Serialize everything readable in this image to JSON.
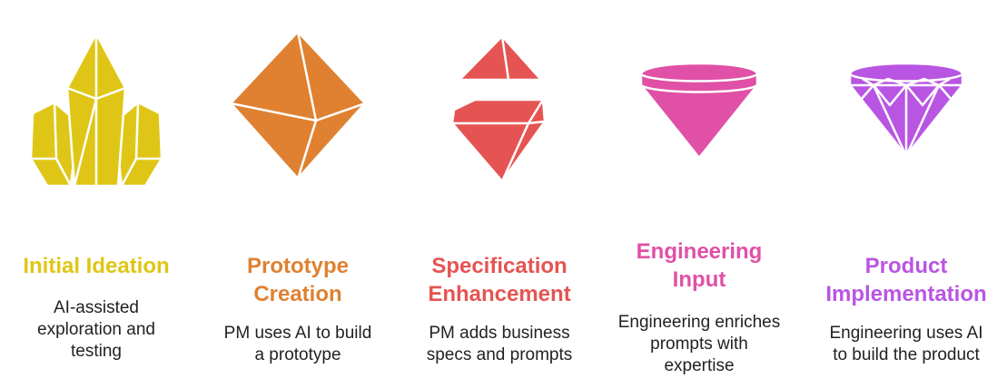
{
  "colors": {
    "stage1": "#dfc616",
    "stage2": "#df8131",
    "stage3": "#e55452",
    "stage4": "#e050a6",
    "stage5": "#b955e3"
  },
  "stages": [
    {
      "icon": "crystal-cluster-icon",
      "title_line1": "Initial Ideation",
      "title_line2": "",
      "desc_line1": "AI-assisted",
      "desc_line2": "exploration and",
      "desc_line3": "testing"
    },
    {
      "icon": "octahedron-gem-icon",
      "title_line1": "Prototype",
      "title_line2": "Creation",
      "desc_line1": "PM uses AI to build",
      "desc_line2": "a prototype",
      "desc_line3": ""
    },
    {
      "icon": "split-gem-icon",
      "title_line1": "Specification",
      "title_line2": "Enhancement",
      "desc_line1": "PM adds business",
      "desc_line2": "specs and prompts",
      "desc_line3": ""
    },
    {
      "icon": "cone-gem-icon",
      "title_line1": "Engineering",
      "title_line2": "Input",
      "desc_line1": "Engineering enriches",
      "desc_line2": "prompts with",
      "desc_line3": "expertise"
    },
    {
      "icon": "diamond-icon",
      "title_line1": "Product",
      "title_line2": "Implementation",
      "desc_line1": "Engineering uses AI",
      "desc_line2": "to build the product",
      "desc_line3": ""
    }
  ]
}
